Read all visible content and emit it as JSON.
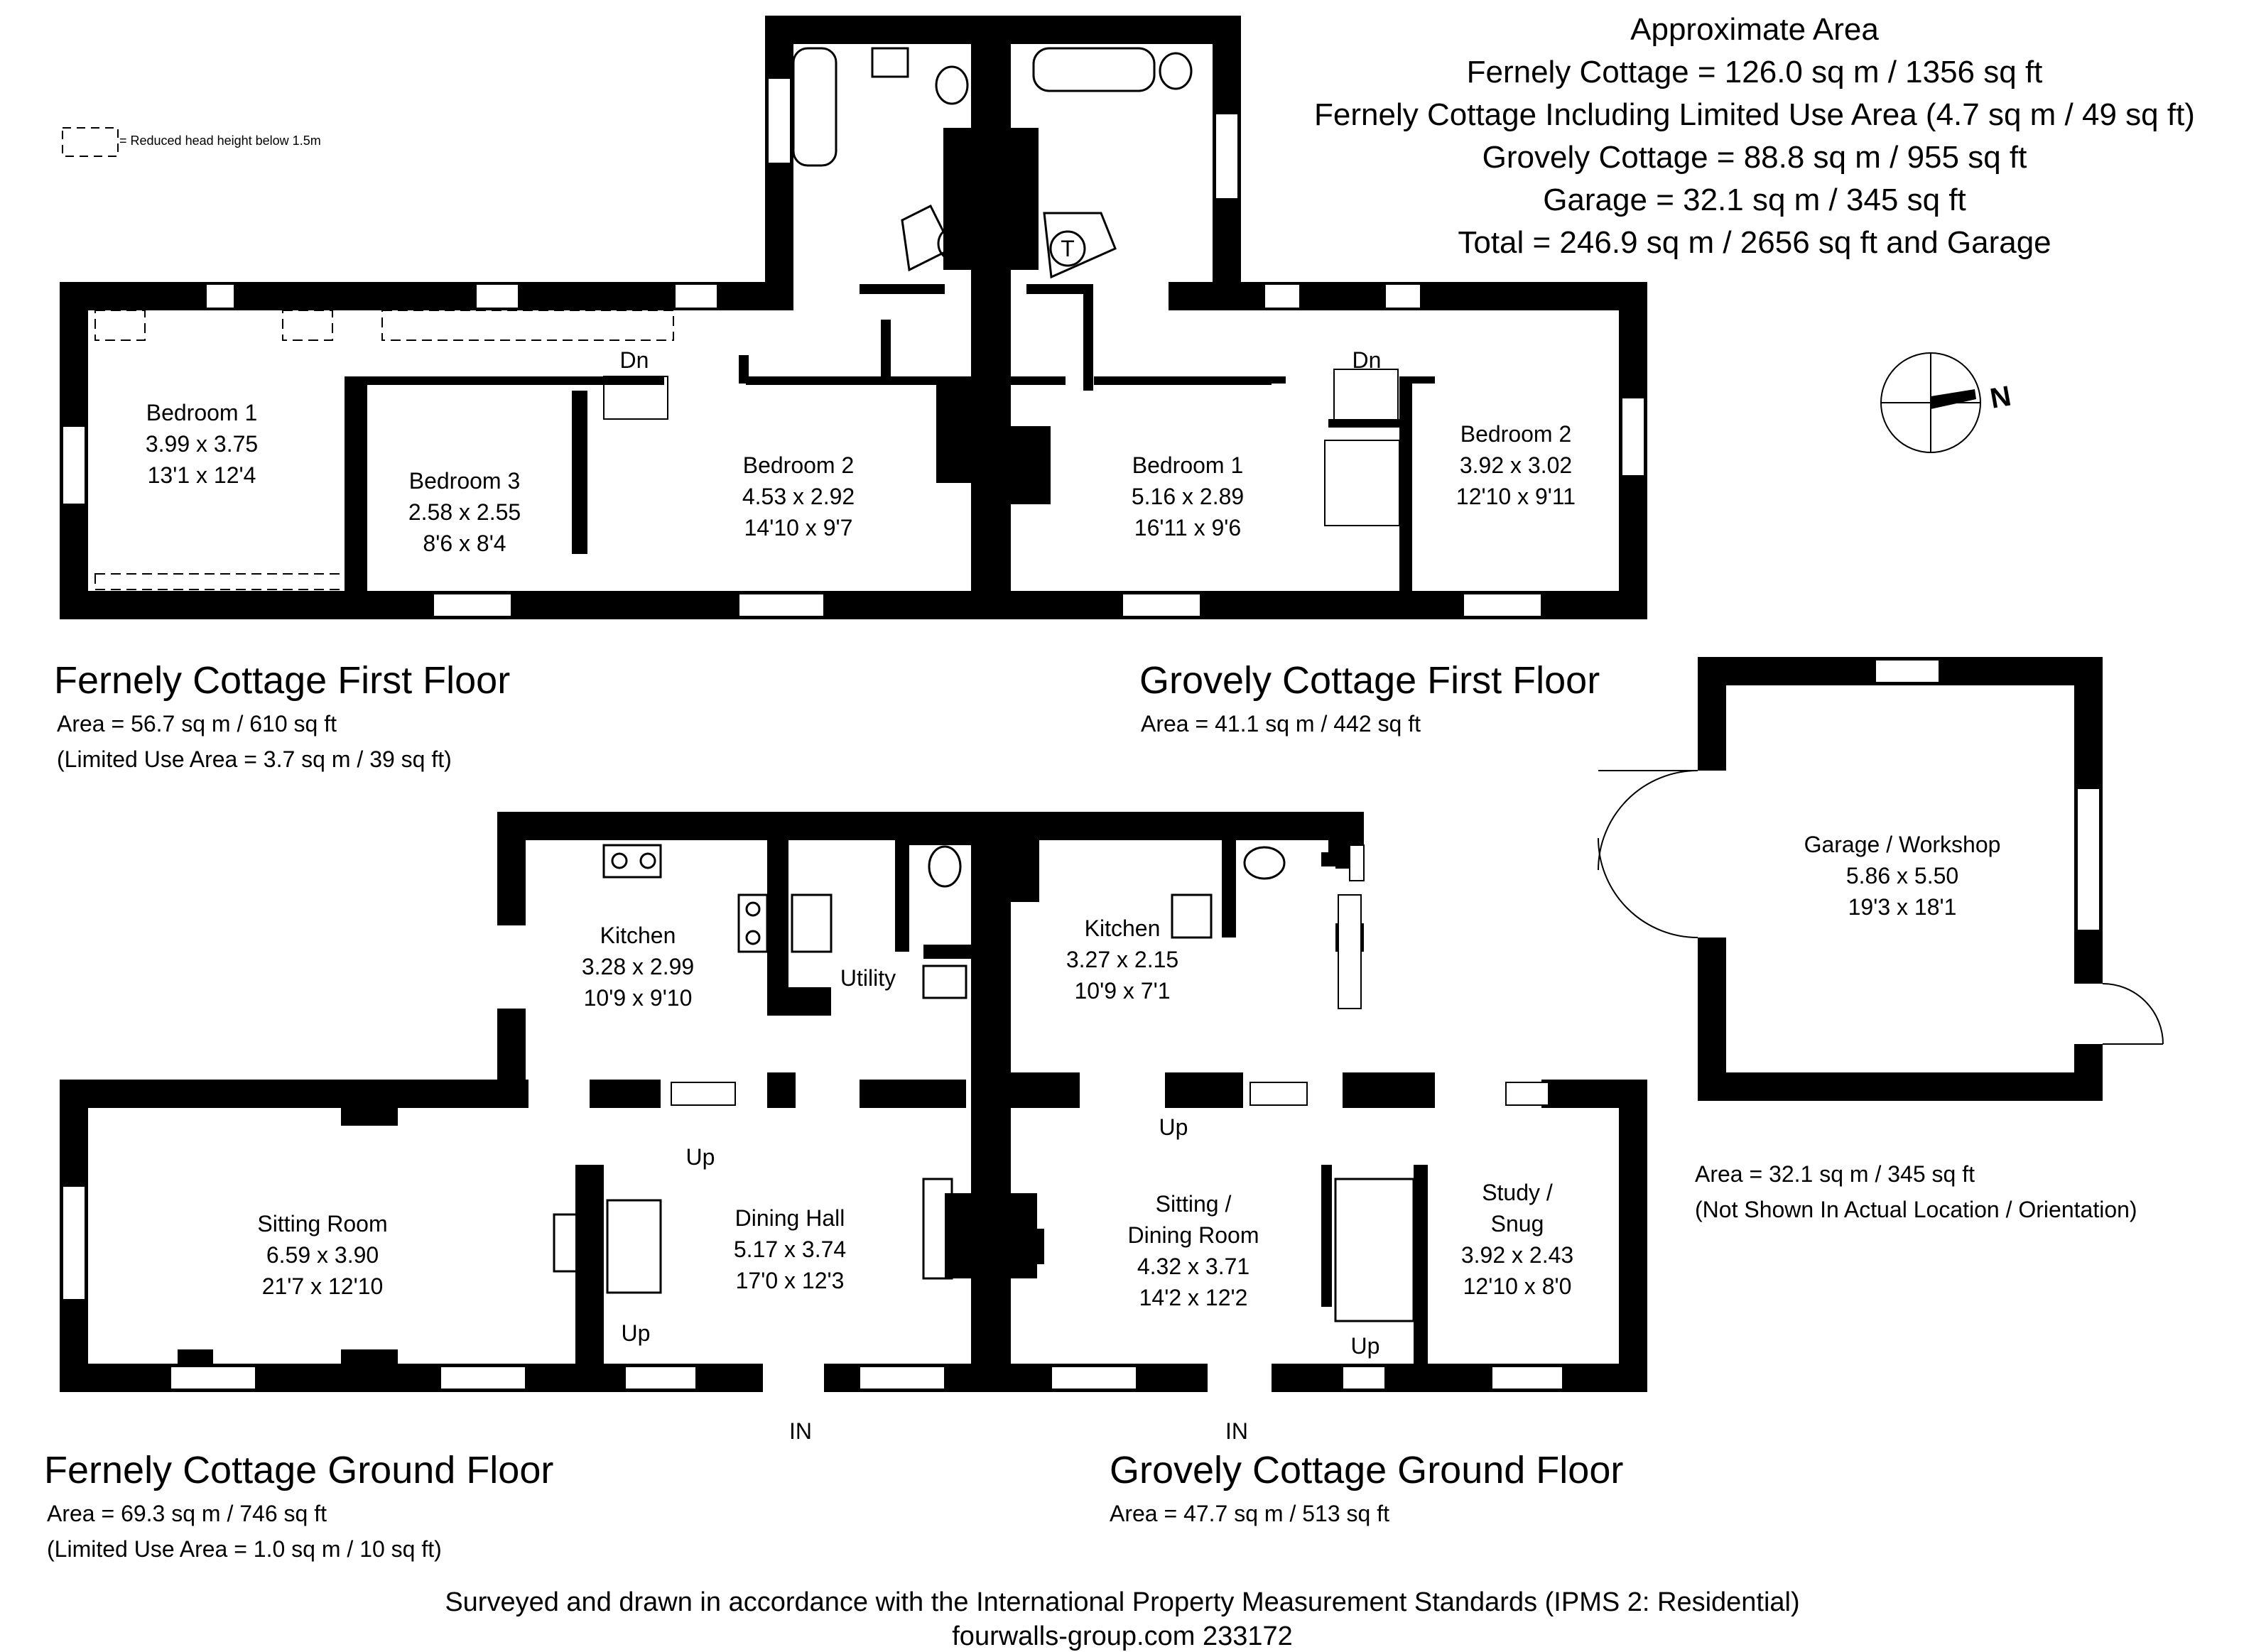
{
  "summary": {
    "heading": "Approximate  Area",
    "lines": [
      "Fernely Cottage = 126.0 sq m / 1356 sq ft",
      "Fernely Cottage Including Limited Use Area (4.7 sq m / 49 sq ft)",
      "Grovely  Cottage = 88.8 sq m / 955 sq ft",
      "Garage = 32.1 sq m / 345 sq ft",
      "Total = 246.9 sq m / 2656 sq ft and Garage"
    ]
  },
  "legend": {
    "text": "= Reduced head height below 1.5m"
  },
  "compass": {
    "label": "N"
  },
  "floors": {
    "fernely_first": {
      "title": "Fernely Cottage First Floor",
      "area": "Area = 56.7 sq m / 610 sq ft",
      "note": "(Limited Use Area = 3.7 sq m / 39 sq ft)"
    },
    "grovely_first": {
      "title": "Grovely Cottage  First Floor",
      "area": "Area = 41.1 sq m / 442 sq ft"
    },
    "fernely_ground": {
      "title": "Fernely Cottage Ground Floor",
      "area": "Area = 69.3 sq m / 746 sq ft",
      "note": "(Limited Use Area = 1.0 sq m / 10 sq ft)"
    },
    "grovely_ground": {
      "title": "Grovely Cottage Ground Floor",
      "area": "Area = 47.7 sq m / 513 sq ft"
    },
    "garage": {
      "area": "Area = 32.1 sq m / 345 sq ft",
      "note": "(Not Shown In Actual Location / Orientation)"
    }
  },
  "rooms": {
    "f1_bedroom1": {
      "name": "Bedroom 1",
      "metric": "3.99 x 3.75",
      "imperial": "13'1 x 12'4"
    },
    "f1_bedroom3": {
      "name": "Bedroom 3",
      "metric": "2.58 x 2.55",
      "imperial": "8'6 x 8'4"
    },
    "f1_bedroom2": {
      "name": "Bedroom 2",
      "metric": "4.53 x 2.92",
      "imperial": "14'10 x 9'7"
    },
    "g1_bedroom1": {
      "name": "Bedroom 1",
      "metric": "5.16 x 2.89",
      "imperial": "16'11 x 9'6"
    },
    "g1_bedroom2": {
      "name": "Bedroom 2",
      "metric": "3.92 x 3.02",
      "imperial": "12'10 x 9'11"
    },
    "f0_kitchen": {
      "name": "Kitchen",
      "metric": "3.28 x 2.99",
      "imperial": "10'9 x 9'10"
    },
    "f0_utility": {
      "name": "Utility"
    },
    "g0_kitchen": {
      "name": "Kitchen",
      "metric": "3.27 x 2.15",
      "imperial": "10'9 x 7'1"
    },
    "f0_sitting": {
      "name": "Sitting Room",
      "metric": "6.59 x 3.90",
      "imperial": "21'7 x 12'10"
    },
    "f0_dining": {
      "name": "Dining Hall",
      "metric": "5.17 x 3.74",
      "imperial": "17'0 x 12'3"
    },
    "g0_sitting": {
      "name1": "Sitting /",
      "name2": "Dining Room",
      "metric": "4.32 x 3.71",
      "imperial": "14'2 x 12'2"
    },
    "g0_study": {
      "name1": "Study /",
      "name2": "Snug",
      "metric": "3.92 x 2.43",
      "imperial": "12'10 x 8'0"
    },
    "garage": {
      "name": "Garage / Workshop",
      "metric": "5.86 x 5.50",
      "imperial": "19'3 x 18'1"
    }
  },
  "marks": {
    "dn": "Dn",
    "up": "Up",
    "in": "IN",
    "tank": "T"
  },
  "footer": {
    "line1": "Surveyed and drawn in accordance with the International Property Measurement Standards (IPMS 2: Residential)",
    "line2": "fourwalls-group.com 233172"
  }
}
